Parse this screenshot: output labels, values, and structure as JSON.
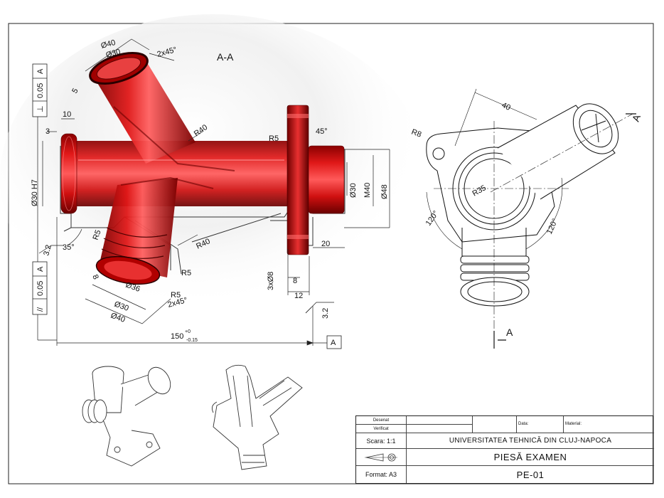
{
  "section_label": "A-A",
  "section_marker": "A",
  "datum_label": "A",
  "colors": {
    "part": "#c80f0f",
    "part_dark": "#7a0000",
    "line": "#111111"
  },
  "dimensions": {
    "d40_top": "Ø40",
    "d30_top": "Ø30",
    "chamfer_top": "2x45°",
    "five": "5",
    "ten": "10",
    "three": "3",
    "d30h7": "Ø30 H7",
    "r40_upper": "R40",
    "r5_upper": "R5",
    "angle45": "45°",
    "d30_right": "Ø30",
    "m40": "M40",
    "d48": "Ø48",
    "r5_left": "R5",
    "angle35": "35°",
    "roughness_left": "3.2",
    "r40_lower": "R40",
    "r5_lower1": "R5",
    "r5_lower2": "R5",
    "eight_left": "8",
    "d36": "Ø36",
    "d30_bottom": "Ø30",
    "d40_bottom": "Ø40",
    "chamfer_bottom": "2x45°",
    "three_d8": "3xØ8",
    "eight_flange": "8",
    "twelve": "12",
    "twenty": "20",
    "roughness_right": "3.2",
    "overall_length": "150",
    "tol_upper": "+0",
    "tol_lower": "-0.15"
  },
  "tolerance_frames": [
    {
      "symbol": "⊥",
      "value": "0.05",
      "datum": "A"
    },
    {
      "symbol": "//",
      "value": "0.05",
      "datum": "A"
    }
  ],
  "top_view": {
    "dim_40": "40",
    "dim_r8": "R8",
    "dim_r35": "R35",
    "dim_120_left": "120°",
    "dim_120_right": "120°",
    "marker_top": "A",
    "marker_bottom": "A"
  },
  "title_block": {
    "desenat": "Desenat",
    "verificat": "Verificat",
    "data": "Data:",
    "material": "Material:",
    "scara": "Scara: 1:1",
    "universitate": "UNIVERSITATEA TEHNICĂ DIN CLUJ-NAPOCA",
    "piesa": "PIESĂ EXAMEN",
    "format": "Format: A3",
    "cod": "PE-01"
  }
}
